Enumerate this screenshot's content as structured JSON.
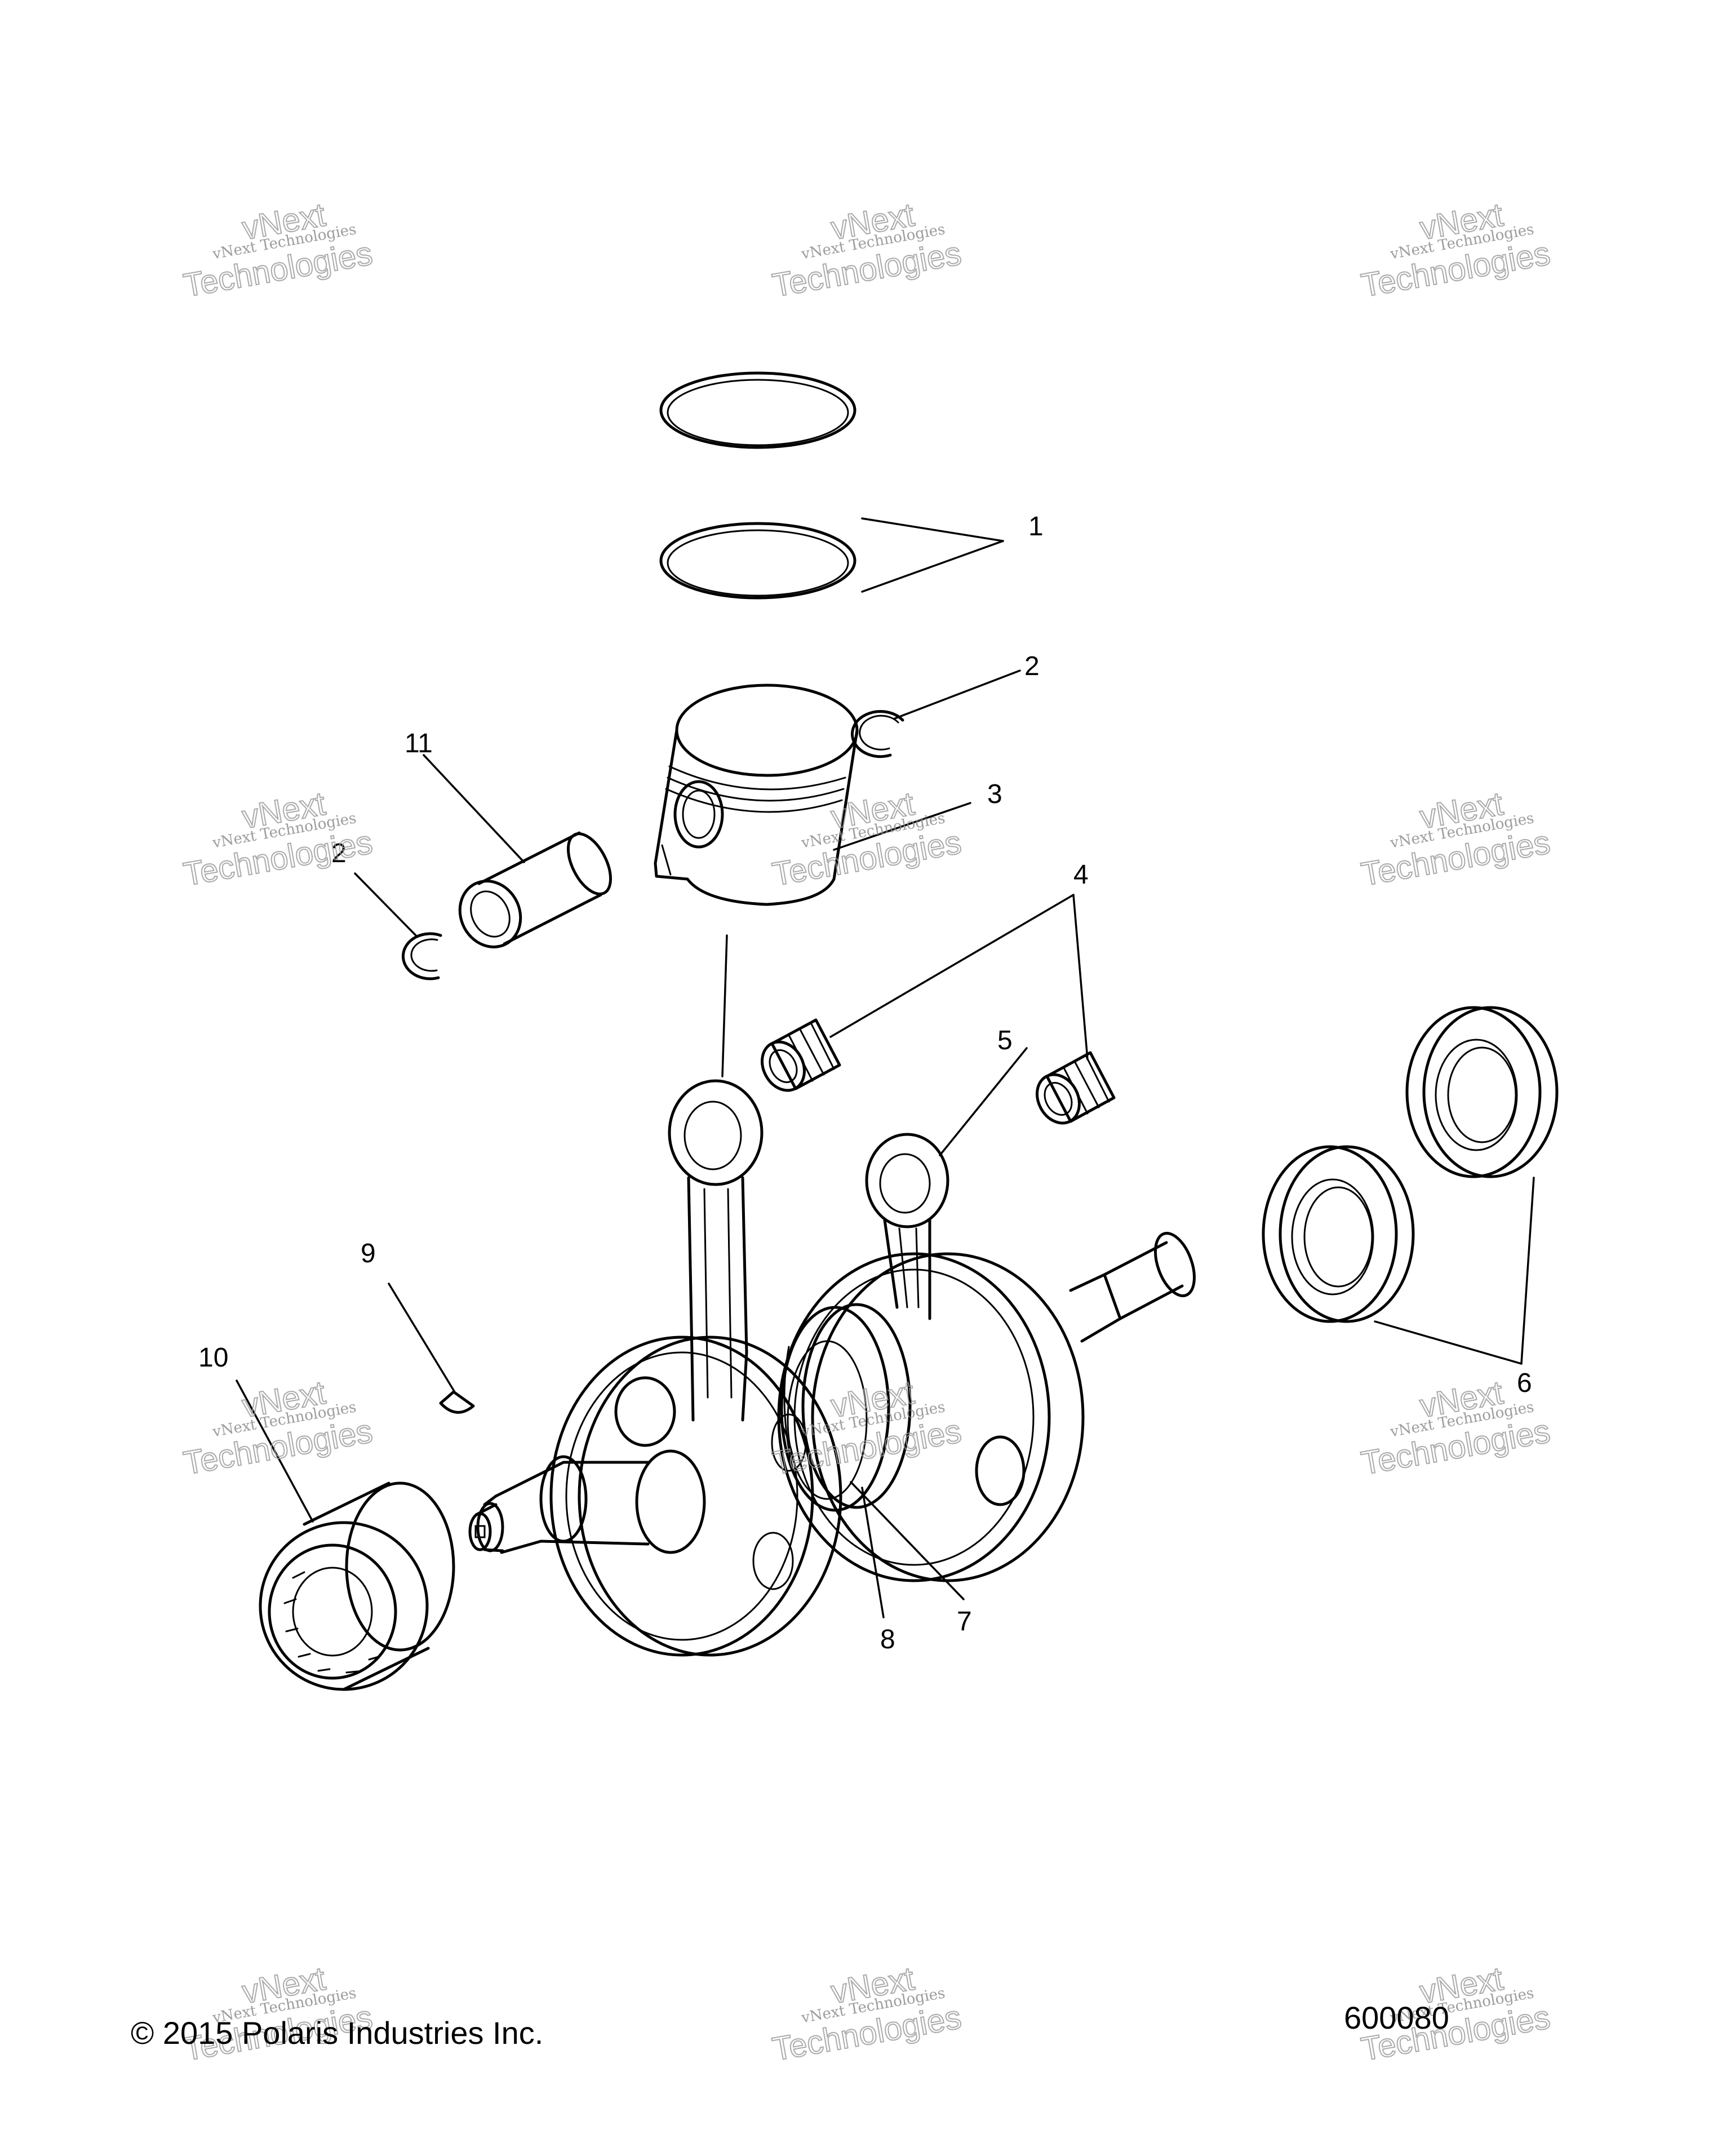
{
  "callouts": {
    "c1": "1",
    "c2a": "2",
    "c2b": "2",
    "c3": "3",
    "c4": "4",
    "c5": "5",
    "c6": "6",
    "c7": "7",
    "c8": "8",
    "c9": "9",
    "c10": "10",
    "c11": "11"
  },
  "footer": {
    "copyright": "© 2015 Polaris Industries Inc.",
    "diagram_number": "600080"
  },
  "watermark": {
    "line1": "vNext Technologies",
    "line2a": "vNext",
    "line2b": "Technologies"
  }
}
